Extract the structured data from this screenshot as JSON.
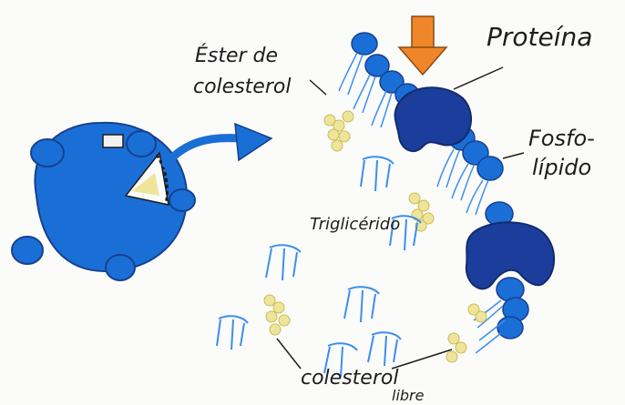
{
  "labels": {
    "ester": "Éster de",
    "ester2": "colesterol",
    "proteina": "Proteína",
    "fosfo": "Fosfo-",
    "lipido": "lípido",
    "triglicerido": "Triglicérido",
    "colesterol": "colesterol",
    "libre": "libre"
  },
  "colors": {
    "blue": "#1a6fd6",
    "dark_blue": "#1b3e9c",
    "light_blue": "#3b8ef0",
    "orange": "#f0862a",
    "yellow": "#eee59a",
    "ink": "#1d1d1d"
  }
}
